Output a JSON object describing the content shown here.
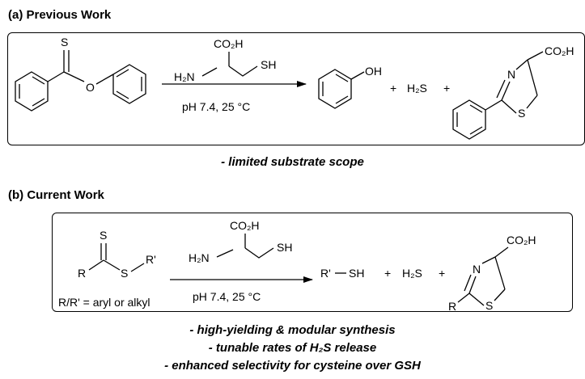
{
  "sections": {
    "a": {
      "header": "(a) Previous Work",
      "reagent": {
        "top": "CO₂H",
        "amine": "H₂N",
        "thiol": "SH"
      },
      "condition": "pH 7.4, 25 °C",
      "atom_S": "S",
      "atom_O": "O",
      "phenol_OH": "OH",
      "plus1": "+",
      "h2s": "H₂S",
      "plus2": "+",
      "thiazoline": {
        "N": "N",
        "S": "S",
        "acid": "CO₂H"
      },
      "note": "- limited substrate scope"
    },
    "b": {
      "header": "(b) Current Work",
      "reagent": {
        "top": "CO₂H",
        "amine": "H₂N",
        "thiol": "SH"
      },
      "condition": "pH 7.4, 25 °C",
      "atom_S_top": "S",
      "atom_S": "S",
      "R": "R",
      "R_prime": "R'",
      "substituent_note": "R/R' = aryl or alkyl",
      "thiol_product_R": "R'",
      "thiol_product_SH": "SH",
      "plus1": "+",
      "h2s": "H₂S",
      "plus2": "+",
      "thiazoline": {
        "N": "N",
        "S": "S",
        "acid": "CO₂H",
        "R": "R"
      },
      "notes": [
        "- high-yielding & modular synthesis",
        "- tunable rates of H₂S release",
        "- enhanced selectivity for cysteine over GSH"
      ]
    }
  }
}
